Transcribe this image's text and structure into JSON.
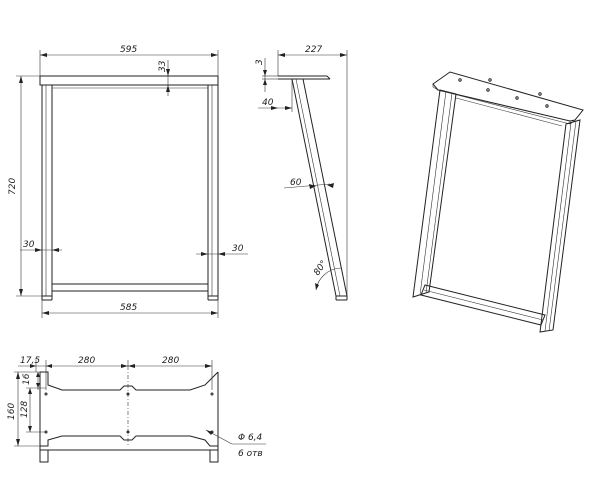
{
  "front_view": {
    "width_top": "595",
    "height": "720",
    "top_thickness": "33",
    "leg_left": "30",
    "leg_right": "30",
    "width_bottom": "585"
  },
  "side_view": {
    "depth": "227",
    "plate": "3",
    "offset": "40",
    "leg_section": "60",
    "angle": "80°"
  },
  "top_plate_view": {
    "edge": "17,5",
    "span_left": "280",
    "span_right": "280",
    "height_outer": "160",
    "height_inner": "128",
    "inset": "16",
    "hole_diameter": "Φ 6,4",
    "hole_count": "6 отв"
  }
}
